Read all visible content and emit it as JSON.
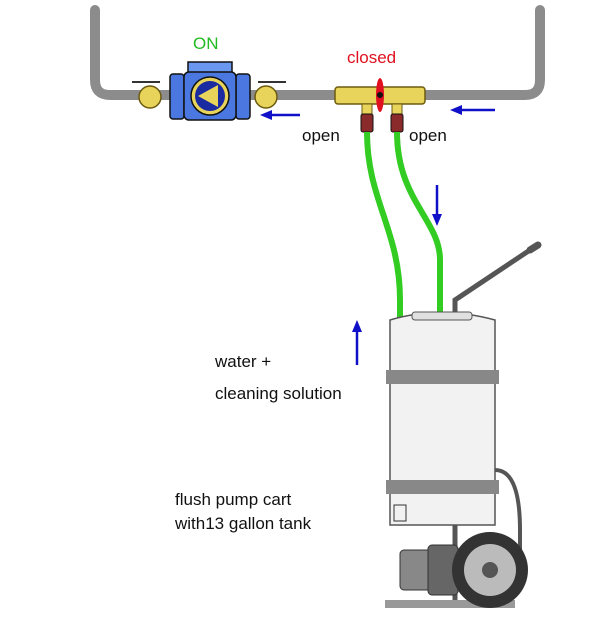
{
  "labels": {
    "pump_state": "ON",
    "valve_state": "closed",
    "left_port_state": "open",
    "right_port_state": "open",
    "hose_content_line1": "water +",
    "hose_content_line2": "cleaning solution",
    "cart_line1": "flush pump cart",
    "cart_line2": "with13 gallon tank"
  },
  "colors": {
    "pipe": "#8c8c8c",
    "hose": "#33cc22",
    "arrow": "#1010c8",
    "on_text": "#22bb22",
    "closed_text": "#e01020",
    "brass": "#e8d45a",
    "pump_blue": "#4a78e0"
  },
  "icons": [
    "pump-icon",
    "ball-valve-icon",
    "flow-arrow-icon",
    "tank-cart-icon",
    "wheel-icon",
    "motor-icon"
  ]
}
